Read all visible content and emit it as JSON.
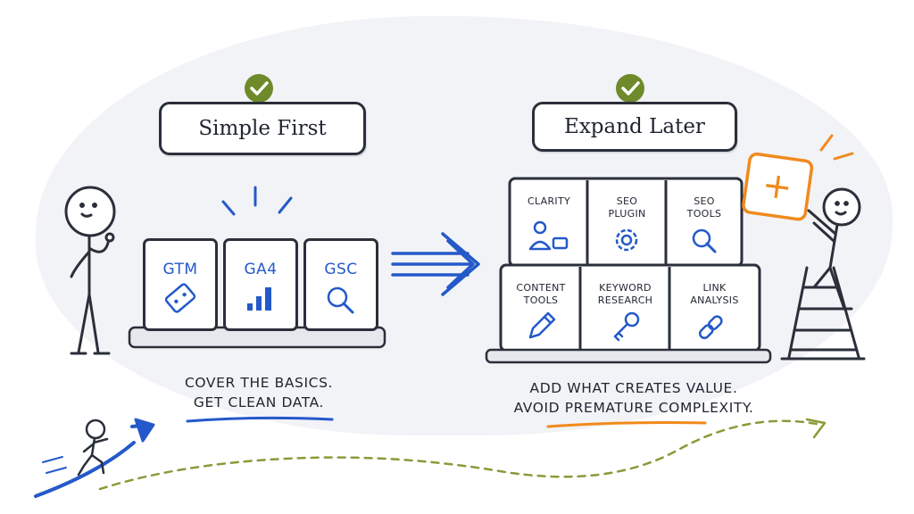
{
  "left": {
    "header": "Simple First",
    "tiles": [
      {
        "label": "GTM",
        "icon": "tag-icon"
      },
      {
        "label": "GA4",
        "icon": "bar-chart-icon"
      },
      {
        "label": "GSC",
        "icon": "search-icon"
      }
    ],
    "caption_line1": "Cover the basics.",
    "caption_line2": "Get clean data."
  },
  "right": {
    "header": "Expand Later",
    "top_row": [
      {
        "label_line1": "Clarity",
        "label_line2": "",
        "icon": "user-screen-icon"
      },
      {
        "label_line1": "Seo",
        "label_line2": "Plugin",
        "icon": "gear-icon"
      },
      {
        "label_line1": "Seo",
        "label_line2": "Tools",
        "icon": "search-icon"
      }
    ],
    "bottom_row": [
      {
        "label_line1": "Content",
        "label_line2": "Tools",
        "icon": "pencil-icon"
      },
      {
        "label_line1": "Keyword",
        "label_line2": "Research",
        "icon": "key-icon"
      },
      {
        "label_line1": "Link",
        "label_line2": "Analysis",
        "icon": "link-icon"
      }
    ],
    "plus_symbol": "+",
    "caption_line1": "Add what creates value.",
    "caption_line2": "Avoid premature complexity."
  },
  "colors": {
    "ink": "#2a2f3a",
    "blue": "#2459c9",
    "green_check": "#6e8a2a",
    "orange": "#f08a1c",
    "olive_dash": "#8a9a3a"
  }
}
